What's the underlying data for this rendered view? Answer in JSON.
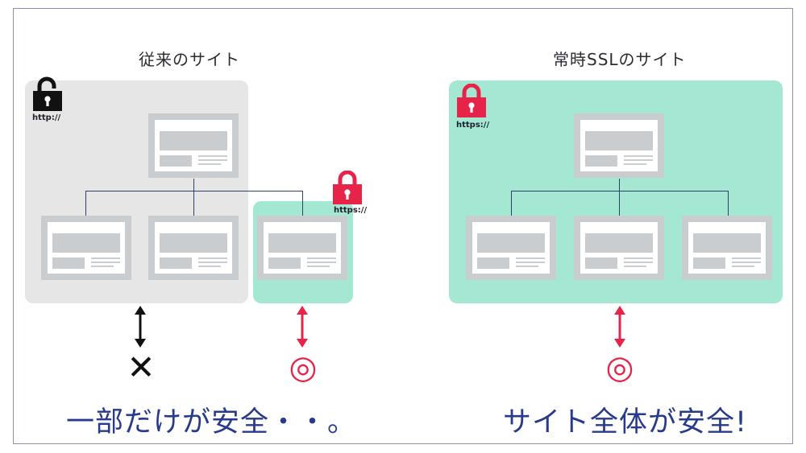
{
  "left": {
    "heading": "従来のサイト",
    "unlocked_label": "http://",
    "locked_label": "https://",
    "mark_insecure": "✕",
    "mark_secure": "◎",
    "caption": "一部だけが安全・・。"
  },
  "right": {
    "heading": "常時SSLのサイト",
    "locked_label": "https://",
    "mark_secure": "◎",
    "caption": "サイト全体が安全!"
  },
  "colors": {
    "insecure_panel": "#e6e6e6",
    "secure_panel": "#a4e8d4",
    "accent_red": "#e8234a",
    "caption_blue": "#283a8c"
  }
}
